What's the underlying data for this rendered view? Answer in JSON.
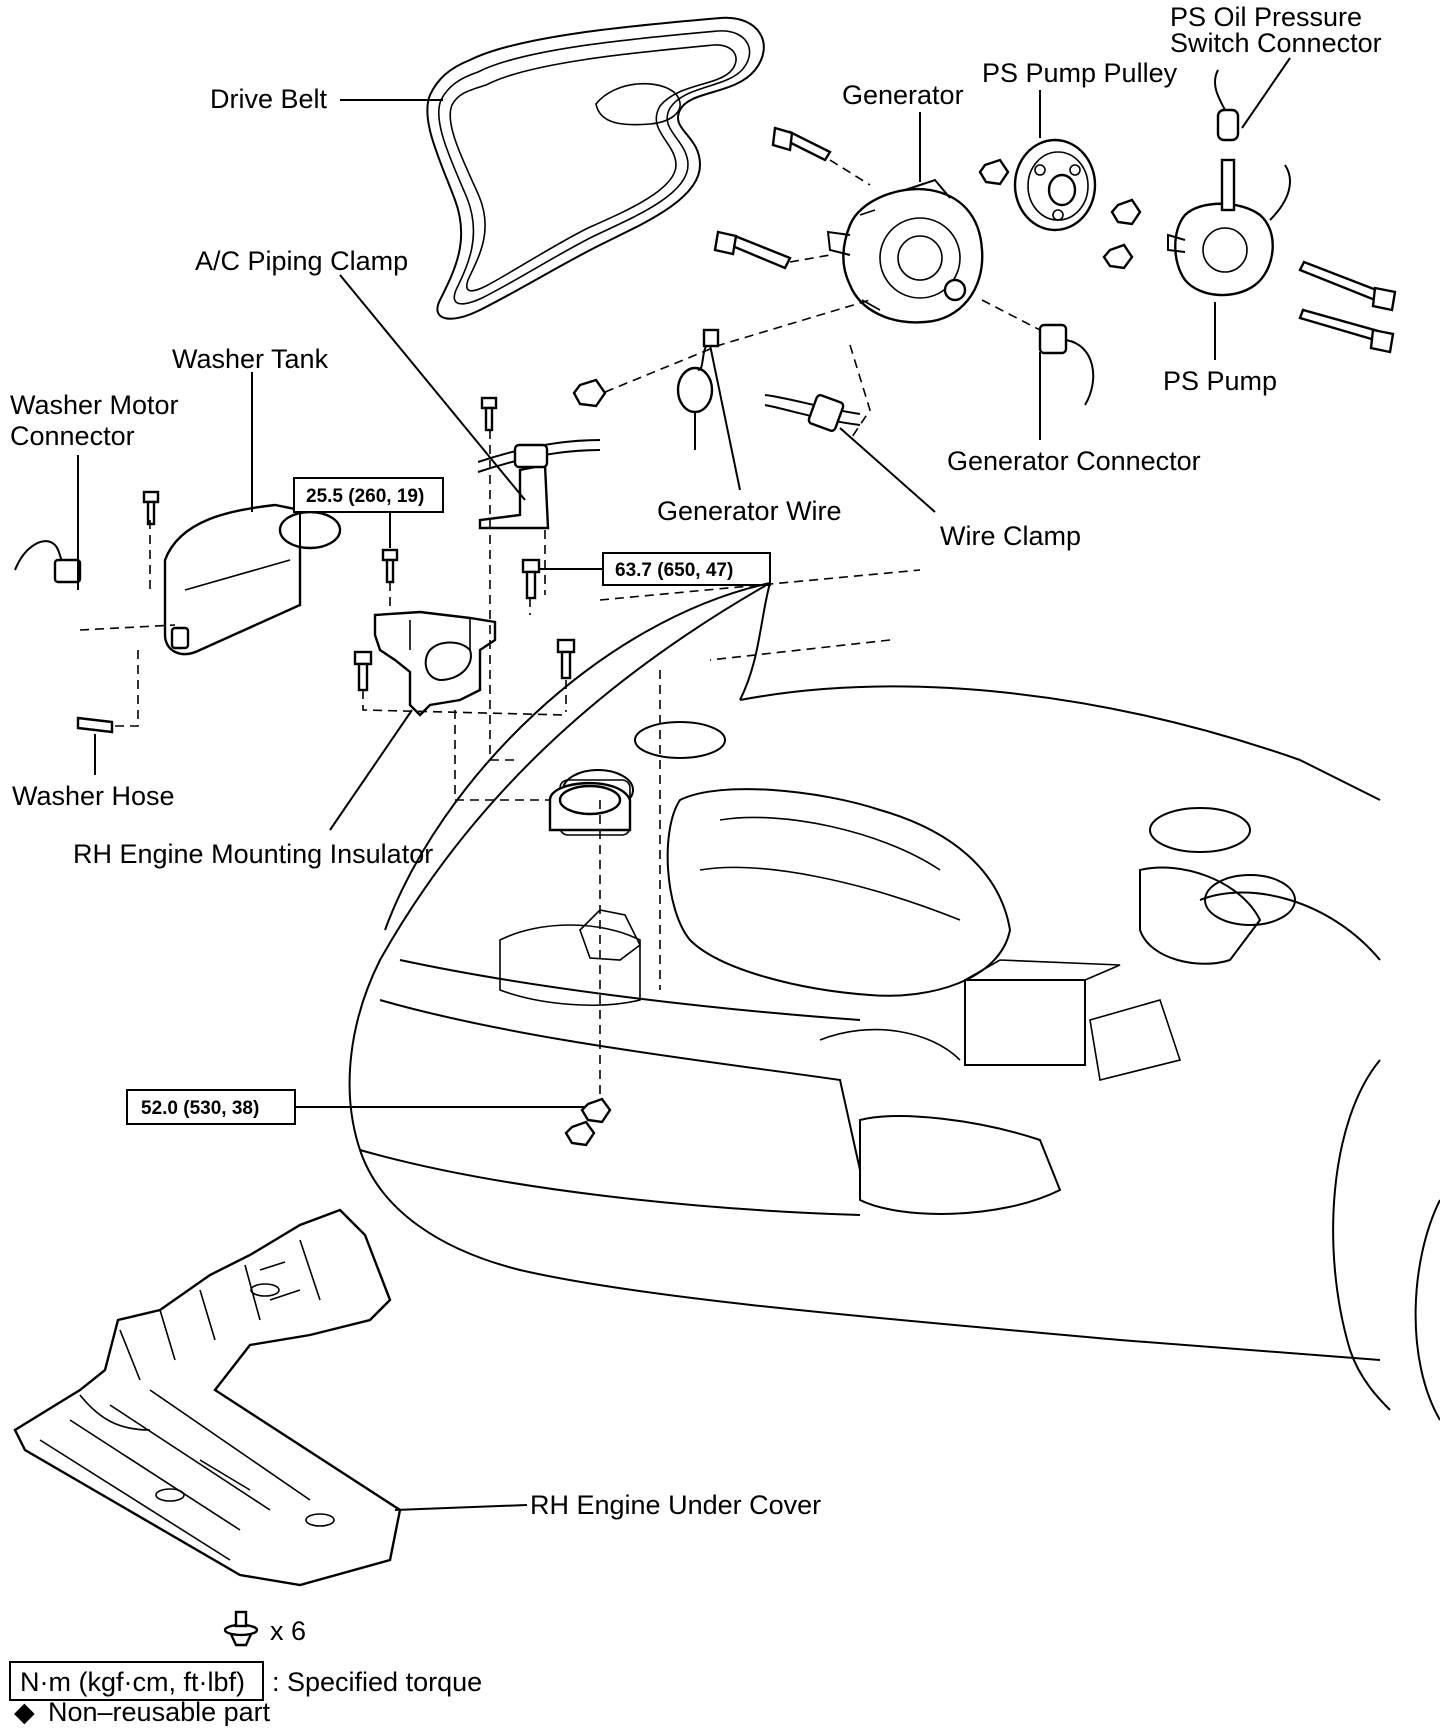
{
  "labels": {
    "drive_belt": "Drive Belt",
    "generator": "Generator",
    "ps_pump_pulley": "PS Pump Pulley",
    "ps_oil_switch_line1": "PS Oil Pressure",
    "ps_oil_switch_line2": "Switch Connector",
    "ac_piping_clamp": "A/C Piping Clamp",
    "washer_tank": "Washer Tank",
    "washer_motor_line1": "Washer  Motor",
    "washer_motor_line2": "Connector",
    "ps_pump": "PS Pump",
    "generator_connector": "Generator Connector",
    "generator_wire": "Generator Wire",
    "wire_clamp": "Wire Clamp",
    "washer_hose": "Washer Hose",
    "rh_mount_insulator": "RH Engine Mounting Insulator",
    "rh_under_cover": "RH Engine Under Cover"
  },
  "torques": {
    "mount_bolt": "25.5 (260, 19)",
    "mount_upper": "63.7 (650, 47)",
    "lower_nut": "52.0 (530, 38)"
  },
  "legend": {
    "bolt_count": "x 6",
    "torque_unit": "N·m (kgf·cm, ft·lbf)",
    "torque_desc": ": Specified torque",
    "nonreusable_symbol": "◆",
    "nonreusable_desc": "Non–reusable part"
  }
}
